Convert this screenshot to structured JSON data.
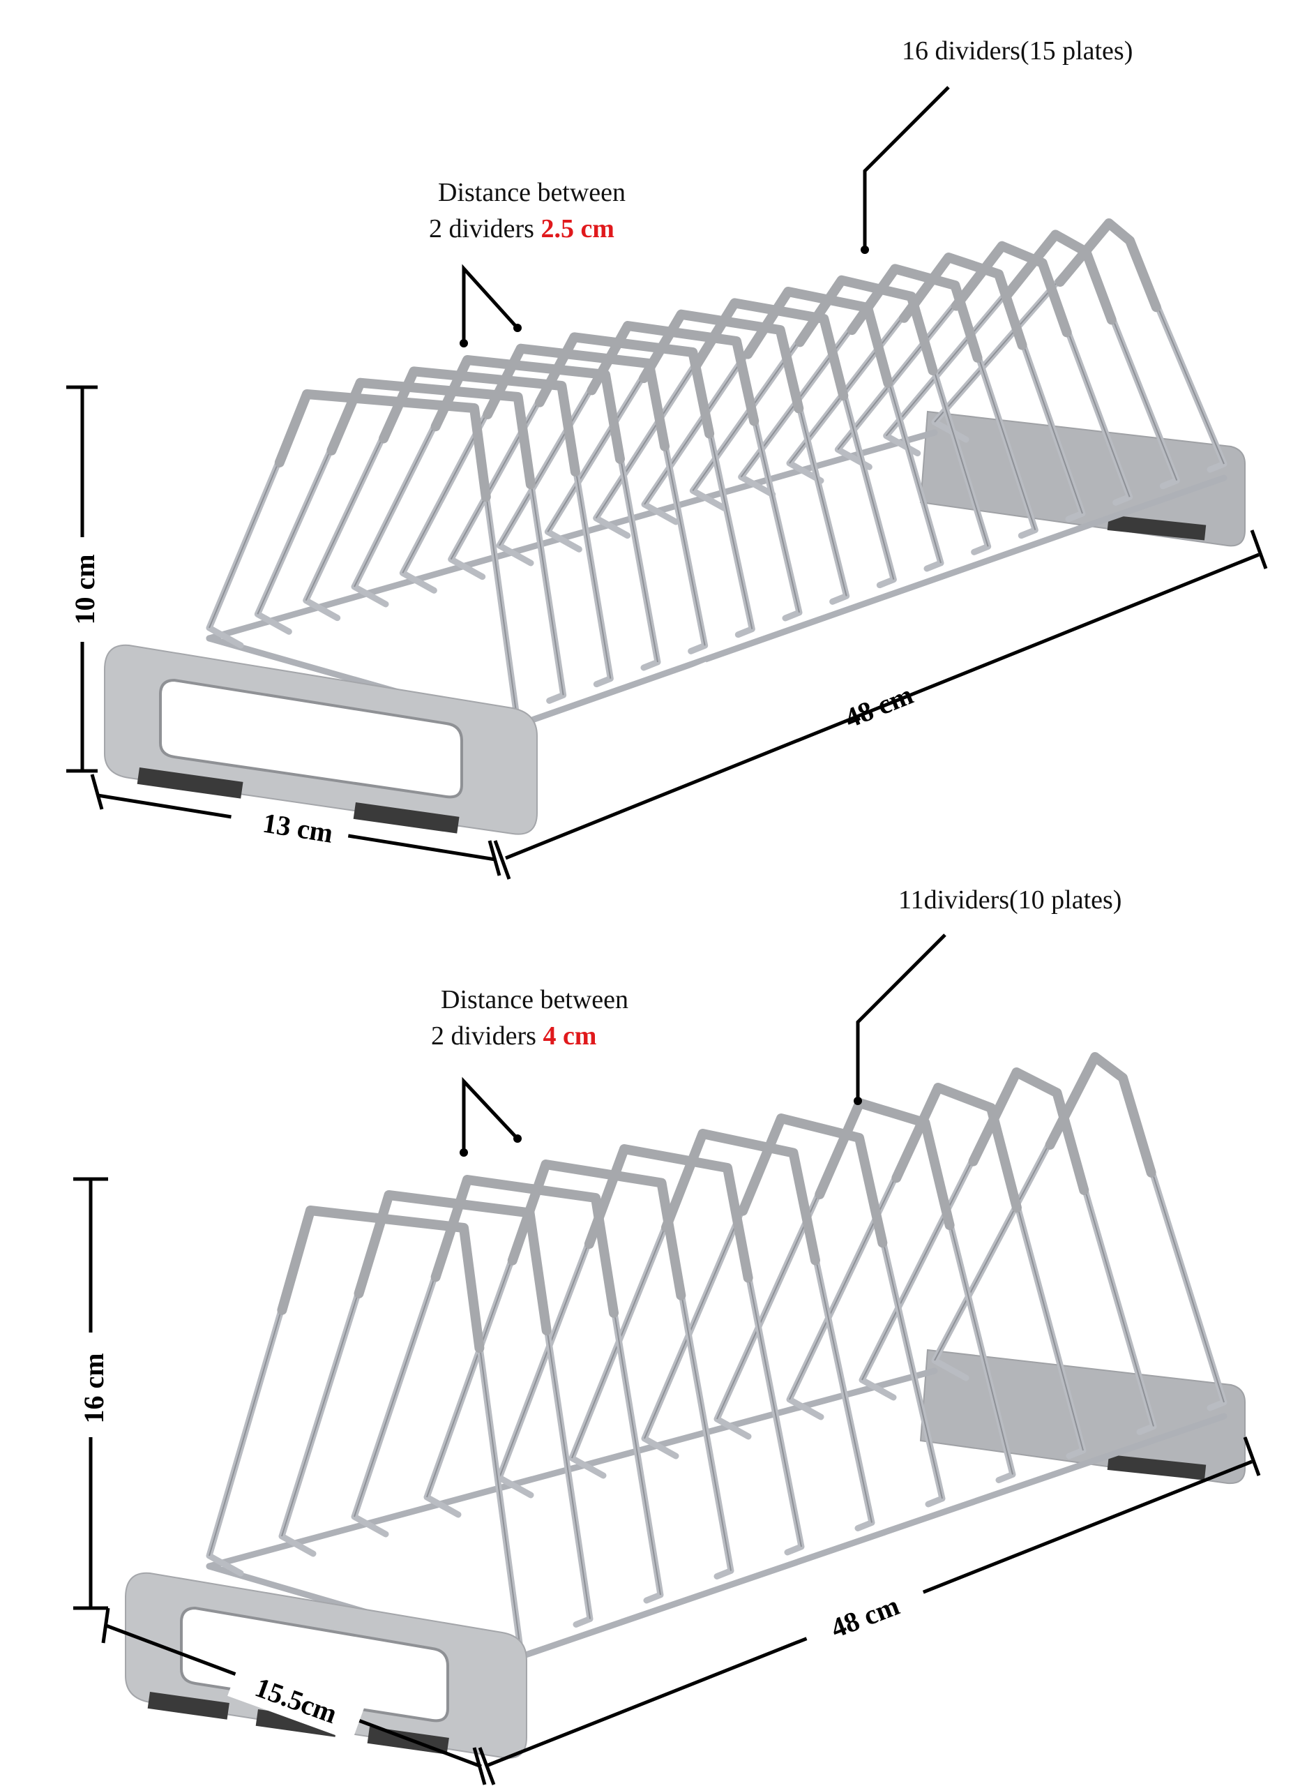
{
  "colors": {
    "steel": "#b9bcc2",
    "steel_dark": "#8e9197",
    "coating": "#a6a8ac",
    "base": "#c3c5c8",
    "base_shade": "#9fa1a5",
    "foot": "#3a3a3a",
    "annotation": "#000000",
    "highlight": "#e0191c"
  },
  "racks": [
    {
      "dividers_label": "16 dividers(15 plates)",
      "spacing_text": "Distance between",
      "spacing_prefix": "2 dividers ",
      "spacing_value": "2.5 cm",
      "height_label": "10 cm",
      "length_label": "48 cm",
      "width_label": "13 cm",
      "divider_count": 16
    },
    {
      "dividers_label": "11dividers(10 plates)",
      "spacing_text": "Distance between",
      "spacing_prefix": "2 dividers ",
      "spacing_value": "4 cm",
      "height_label": "16 cm",
      "length_label": "48 cm",
      "width_label": "15.5cm",
      "divider_count": 11
    }
  ]
}
